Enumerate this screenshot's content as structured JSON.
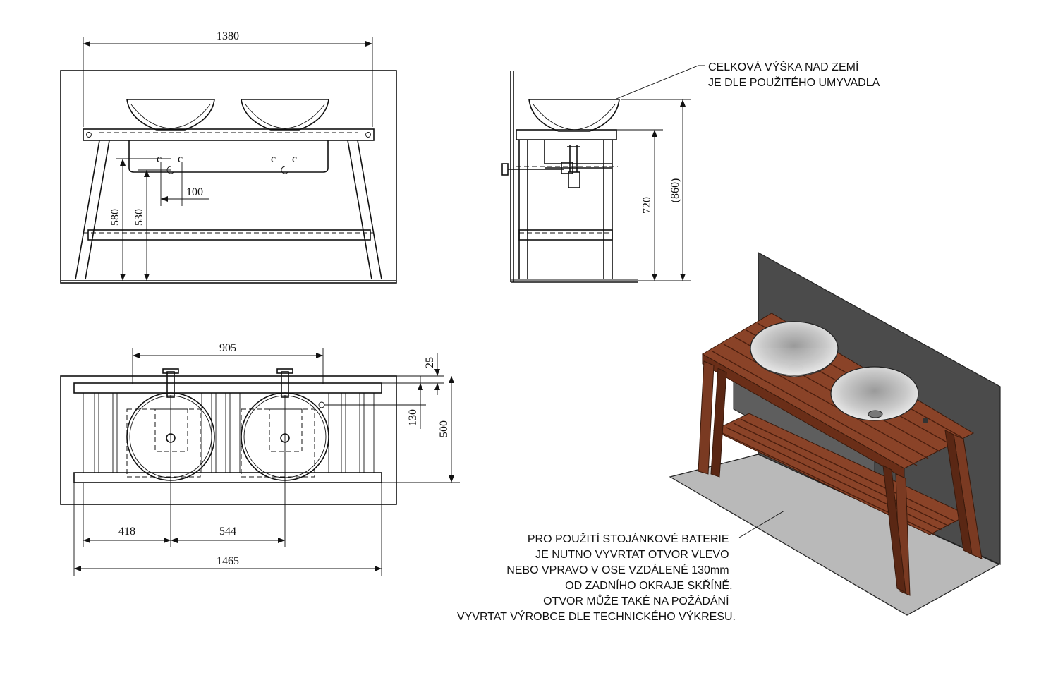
{
  "dimensions": {
    "top_width": "1380",
    "faucet_spacing": "100",
    "height_580": "580",
    "height_530": "530",
    "height_720": "720",
    "height_860": "(860)",
    "sink_centers": "905",
    "depth_25": "25",
    "depth_130": "130",
    "depth_500": "500",
    "left_offset": "418",
    "sink_spacing": "544",
    "total_width": "1465"
  },
  "side_note": [
    "CELKOVÁ VÝŠKA NAD ZEMÍ",
    "JE DLE POUŽITÉHO UMYVADLA"
  ],
  "bottom_note": [
    "PRO POUŽITÍ STOJÁNKOVÉ BATERIE",
    "JE NUTNO VYVRTAT OTVOR VLEVO",
    "NEBO VPRAVO V OSE VZDÁLENÉ 130mm",
    "OD ZADNÍHO OKRAJE SKŘÍNĚ.",
    "OTVOR MŮŽE TAKÉ NA POŽÁDÁNÍ",
    "VYVRTAT VÝROBCE DLE TECHNICKÉHO VÝKRESU."
  ],
  "colors": {
    "wood": "#7a3a22",
    "wood_dark": "#5a2714",
    "wall": "#4a4a4a",
    "floor": "#b8b8b8",
    "basin": "#d9d9d9"
  }
}
